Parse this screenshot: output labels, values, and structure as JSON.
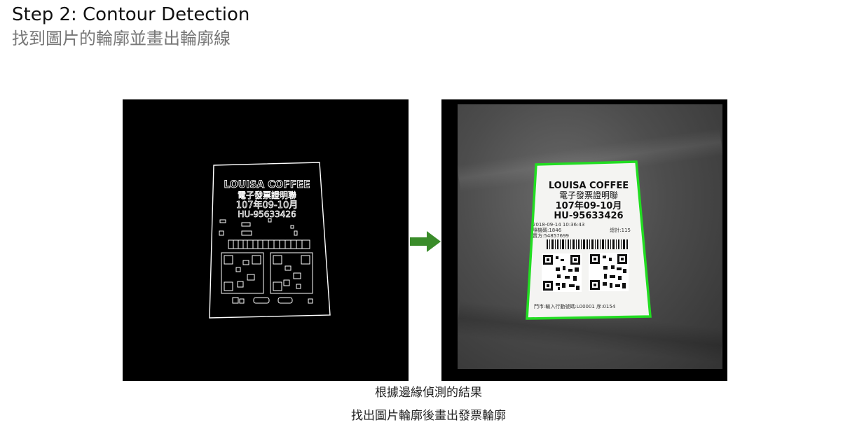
{
  "slide": {
    "title": "Step 2: Contour Detection",
    "subtitle": "找到圖片的輪廓並畫出輪廓線"
  },
  "receipt": {
    "store": "LOUISA COFFEE",
    "doc_type": "電子發票證明聯",
    "period": "107年09-10月",
    "invoice_no": "HU-95633426",
    "datetime": "2018-09-14 10:36:43",
    "random_code": "隨機碼:1846",
    "total": "總計:115",
    "seller": "賣方:54857699",
    "footer": "門市:輸入行動號碼:L00001  序:0154"
  },
  "edge_receipt": {
    "store": "LOUISA COFFEE",
    "doc_type": "電子發票證明聯",
    "period": "107年09-10月",
    "invoice_no": "HU-95633426"
  },
  "captions": {
    "line1": "根據邊緣偵測的結果",
    "line2": "找出圖片輪廓後畫出發票輪廓"
  },
  "colors": {
    "contour": "#22dd22",
    "arrow": "#3a8c2a"
  },
  "icons": {
    "arrow": "arrow-right-icon"
  }
}
